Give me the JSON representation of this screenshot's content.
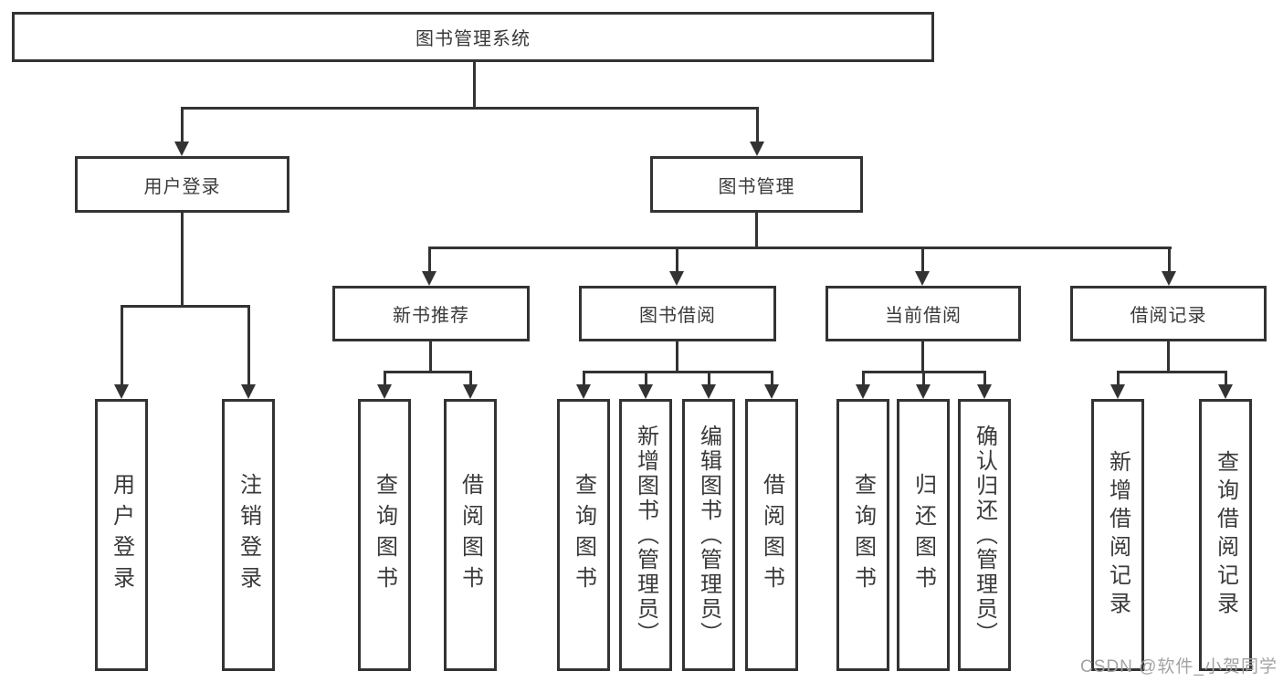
{
  "diagram": {
    "title": "图书管理系统",
    "type": "hierarchy-tree",
    "colors": {
      "line": "#333333",
      "text": "#3a3a3a",
      "box_background": "#ffffff",
      "page_background": "#ffffff",
      "watermark": "#a3a3a3"
    },
    "root": {
      "label": "图书管理系统"
    },
    "branches": [
      {
        "label": "用户登录",
        "children": [
          {
            "label": "用户登录"
          },
          {
            "label": "注销登录"
          }
        ]
      },
      {
        "label": "图书管理",
        "children": [
          {
            "label": "新书推荐",
            "children": [
              {
                "label": "查询图书"
              },
              {
                "label": "借阅图书"
              }
            ]
          },
          {
            "label": "图书借阅",
            "children": [
              {
                "label": "查询图书"
              },
              {
                "label": "新增图书（管理员）"
              },
              {
                "label": "编辑图书（管理员）"
              },
              {
                "label": "借阅图书"
              }
            ]
          },
          {
            "label": "当前借阅",
            "children": [
              {
                "label": "查询图书"
              },
              {
                "label": "归还图书"
              },
              {
                "label": "确认归还（管理员）"
              }
            ]
          },
          {
            "label": "借阅记录",
            "children": [
              {
                "label": "新增借阅记录"
              },
              {
                "label": "查询借阅记录"
              }
            ]
          }
        ]
      }
    ]
  },
  "watermark": {
    "text": "CSDN @软件_小贺同学"
  }
}
